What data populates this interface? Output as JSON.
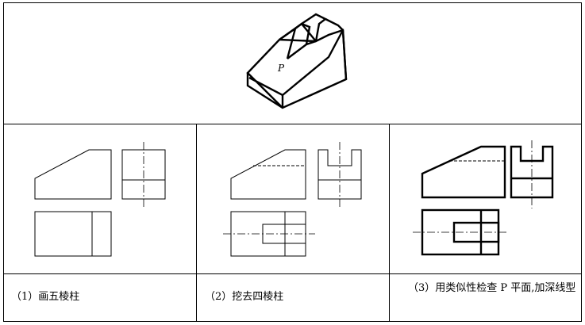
{
  "iso_label": "P",
  "captions": [
    {
      "text": "（1）画五棱柱"
    },
    {
      "text": "（2）挖去四棱柱"
    },
    {
      "text": "（3）用类似性检查 P 平面,加深线型"
    }
  ]
}
